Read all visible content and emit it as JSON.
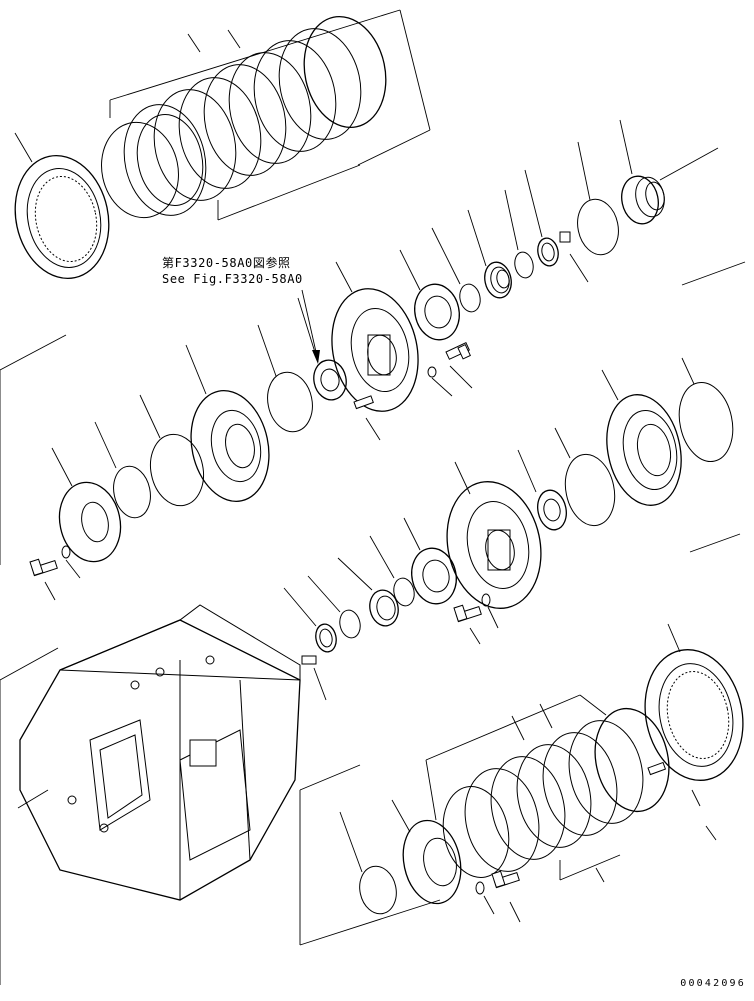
{
  "reference_note": {
    "line_jp": "第F3320-58A0図参照",
    "line_en": "See Fig.F3320-58A0"
  },
  "drawing_code": "00042096"
}
